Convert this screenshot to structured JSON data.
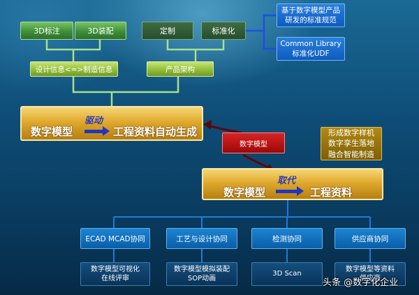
{
  "top_row": {
    "label_3d_annotation": "3D标注",
    "label_3d_assembly": "3D装配",
    "label_custom": "定制",
    "label_standardize": "标准化"
  },
  "standards": {
    "item1_line1": "基于数字模型产品",
    "item1_line2": "研发的标准规范",
    "item2_line1": "Common Library",
    "item2_line2": "标准化UDF"
  },
  "middle_row": {
    "design_manufacturing": "设计信息<=>制造信息",
    "product_architecture": "产品架构"
  },
  "drive_box": {
    "left": "数字模型",
    "verb": "驱动",
    "right": "工程资料自动生成"
  },
  "red_box": "数字模型",
  "outcomes": {
    "line1": "形成数字样机",
    "line2": "数字孪生落地",
    "line3": "融合智能制造"
  },
  "replace_box": {
    "left": "数字模型",
    "verb": "取代",
    "right": "工程资料"
  },
  "collab": {
    "ecad": "ECAD MCAD协同",
    "process": "工艺与设计协同",
    "inspection": "检测协同",
    "supplier": "供应商协同"
  },
  "tools": {
    "viz_line1": "数字模型可视化",
    "viz_line2": "在线评审",
    "sim_line1": "数字模型模拟装配",
    "sim_line2": "SOP动画",
    "scan": "3D Scan",
    "supplier_line1": "数字模型等资料",
    "supplier_line2": "供应商"
  },
  "watermark": "头条 @数字化企业",
  "colors": {
    "background": "#0e4d77",
    "connector_green": "#a6e08c",
    "connector_blue": "#1d4fe0",
    "gold": "#e0a92c",
    "collab_blue": "#1b84d2",
    "arrow_blue": "#1f35c4"
  }
}
